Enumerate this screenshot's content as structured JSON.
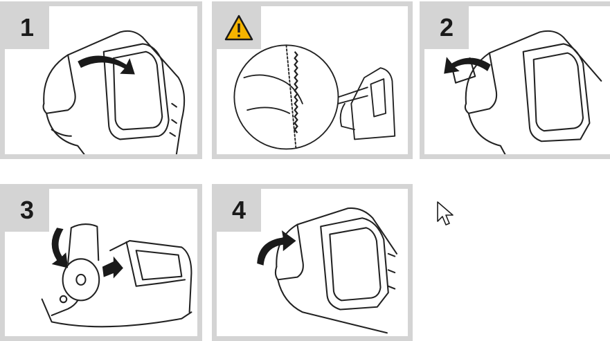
{
  "steps": [
    {
      "id": "step-1",
      "label": "1",
      "kind": "number"
    },
    {
      "id": "step-warning",
      "label": "",
      "kind": "warning",
      "icon": "warning-triangle-icon",
      "color": "#f5b400"
    },
    {
      "id": "step-2",
      "label": "2",
      "kind": "number"
    },
    {
      "id": "step-3",
      "label": "3",
      "kind": "number"
    },
    {
      "id": "step-4",
      "label": "4",
      "kind": "number"
    }
  ],
  "colors": {
    "panel_border": "#d4d4d4",
    "line_art": "#222222",
    "warning": "#f5b400"
  },
  "cursor": {
    "icon": "mouse-pointer-icon"
  }
}
